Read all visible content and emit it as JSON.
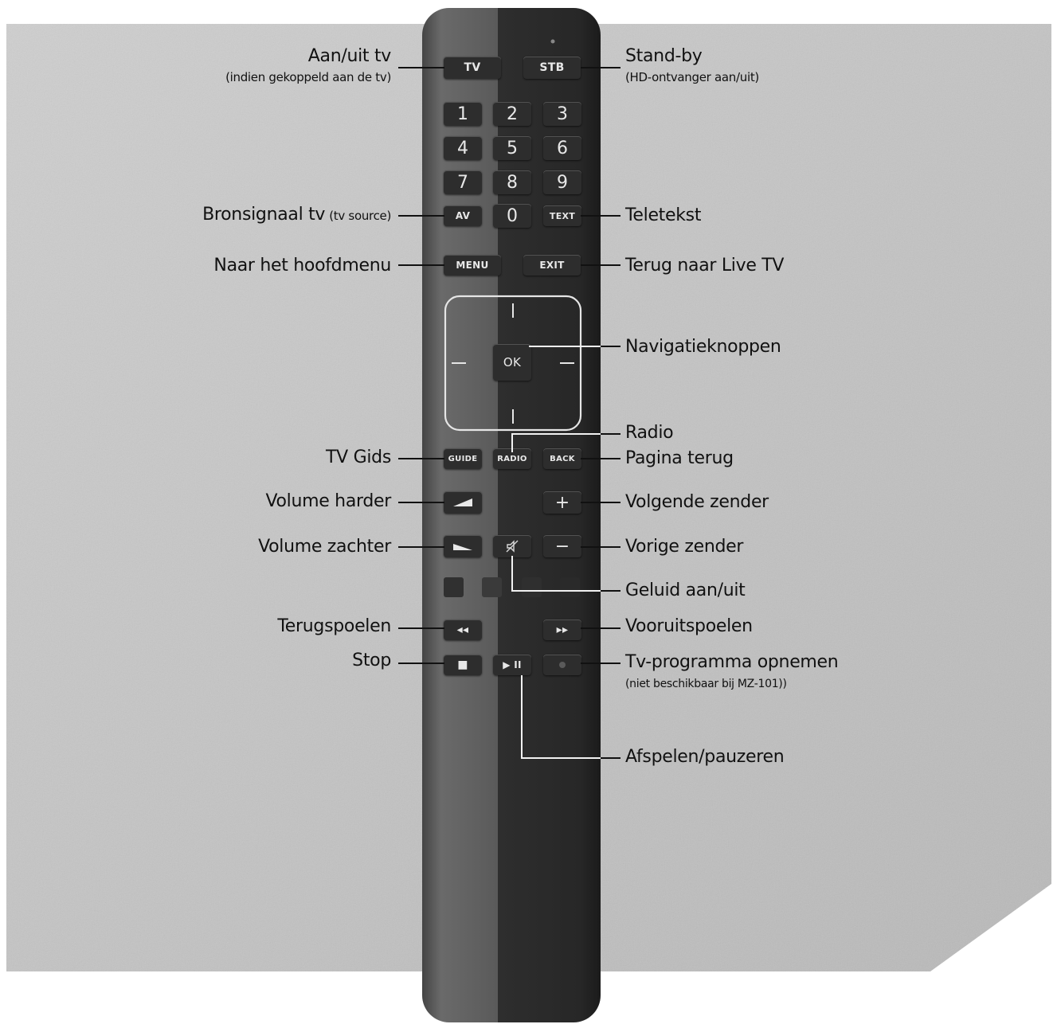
{
  "remote": {
    "buttons": {
      "tv": "TV",
      "stb": "STB",
      "digits": [
        "1",
        "2",
        "3",
        "4",
        "5",
        "6",
        "7",
        "8",
        "9"
      ],
      "av": "AV",
      "zero": "0",
      "text": "TEXT",
      "menu": "MENU",
      "exit": "EXIT",
      "ok": "OK",
      "guide": "GUIDE",
      "radio": "RADIO",
      "back": "BACK",
      "plus": "+",
      "minus": "−",
      "stop": "■",
      "rewind": "◂◂",
      "forward": "▸▸",
      "play_pause": "▶ II"
    }
  },
  "labels": {
    "aan_uit_tv": "Aan/uit tv",
    "aan_uit_tv_sub": "(indien gekoppeld aan de tv)",
    "standby": "Stand-by",
    "standby_sub": "(HD-ontvanger aan/uit)",
    "bronsignaal": "Bronsignaal tv",
    "bronsignaal_sub": "(tv source)",
    "teletekst": "Teletekst",
    "hoofdmenu": "Naar het hoofdmenu",
    "live_tv": "Terug naar Live TV",
    "navigatie": "Navigatieknoppen",
    "radio": "Radio",
    "tv_gids": "TV Gids",
    "pagina_terug": "Pagina terug",
    "volume_harder": "Volume harder",
    "volgende_zender": "Volgende zender",
    "volume_zachter": "Volume zachter",
    "vorige_zender": "Vorige zender",
    "geluid": "Geluid aan/uit",
    "terugspoelen": "Terugspoelen",
    "vooruitspoelen": "Vooruitspoelen",
    "stop": "Stop",
    "opnemen": "Tv-programma opnemen",
    "opnemen_sub": "(niet beschikbaar bij MZ-101))",
    "afspelen": "Afspelen/pauzeren"
  }
}
